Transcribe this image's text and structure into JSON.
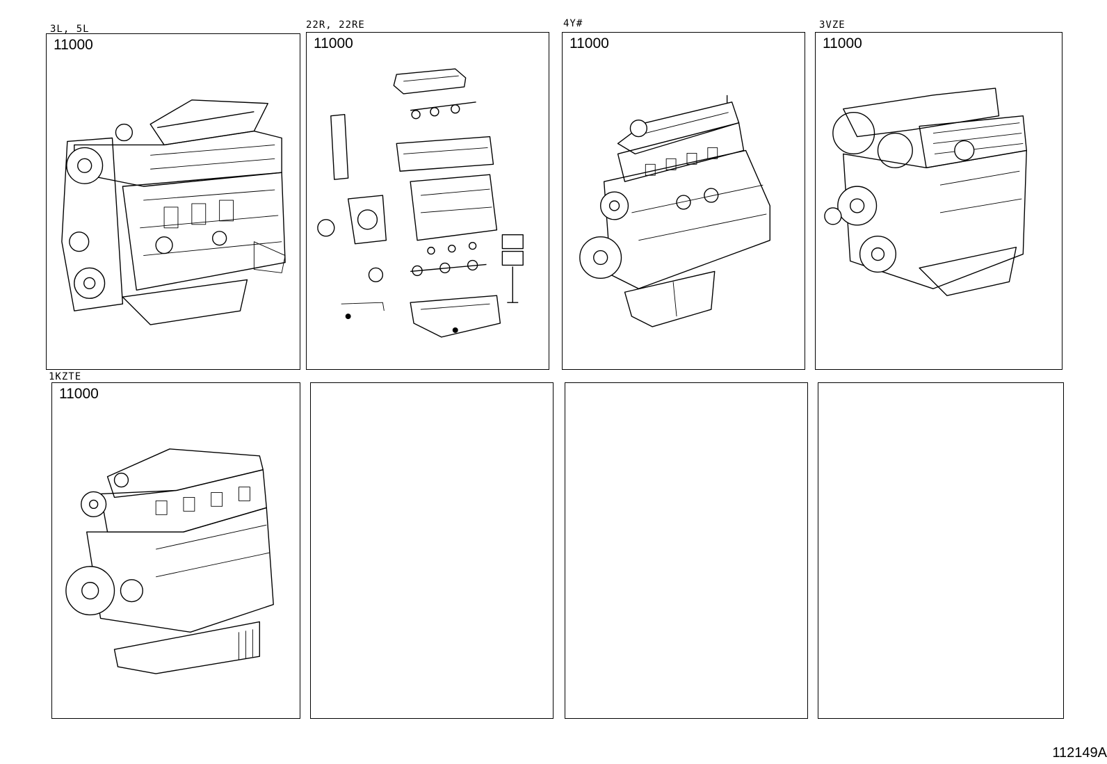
{
  "figure_id": "112149A",
  "panels": [
    {
      "label": "3L, 5L",
      "part_number": "11000",
      "illustration": "engine-3l-5l-icon"
    },
    {
      "label": "22R, 22RE",
      "part_number": "11000",
      "illustration": "engine-22r-exploded-icon"
    },
    {
      "label": "4Y#",
      "part_number": "11000",
      "illustration": "engine-4y-icon"
    },
    {
      "label": "3VZE",
      "part_number": "11000",
      "illustration": "engine-3vze-icon"
    },
    {
      "label": "1KZTE",
      "part_number": "11000",
      "illustration": "engine-1kzte-icon"
    },
    {
      "label": "",
      "part_number": "",
      "illustration": ""
    },
    {
      "label": "",
      "part_number": "",
      "illustration": ""
    },
    {
      "label": "",
      "part_number": "",
      "illustration": ""
    }
  ]
}
